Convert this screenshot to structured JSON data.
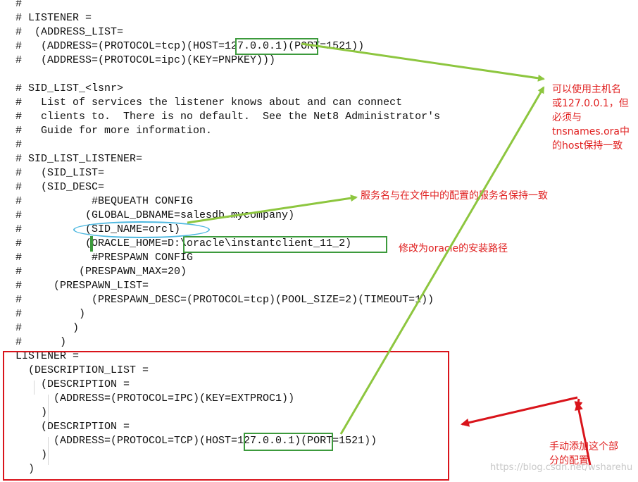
{
  "config_lines": [
    "#",
    "# LISTENER =",
    "#  (ADDRESS_LIST=",
    "#   (ADDRESS=(PROTOCOL=tcp)(HOST=127.0.0.1)(PORT=1521))",
    "#   (ADDRESS=(PROTOCOL=ipc)(KEY=PNPKEY)))",
    "",
    "# SID_LIST_<lsnr>",
    "#   List of services the listener knows about and can connect",
    "#   clients to.  There is no default.  See the Net8 Administrator's",
    "#   Guide for more information.",
    "#",
    "# SID_LIST_LISTENER=",
    "#   (SID_LIST=",
    "#   (SID_DESC=",
    "#           #BEQUEATH CONFIG",
    "#          (GLOBAL_DBNAME=salesdb.mycompany)",
    "#          (SID_NAME=orcl)",
    "#          (ORACLE_HOME=D:\\oracle\\instantclient_11_2)",
    "#           #PRESPAWN CONFIG",
    "#         (PRESPAWN_MAX=20)",
    "#     (PRESPAWN_LIST=",
    "#           (PRESPAWN_DESC=(PROTOCOL=tcp)(POOL_SIZE=2)(TIMEOUT=1))",
    "#         )",
    "#        )",
    "#      )",
    "LISTENER =",
    "  (DESCRIPTION_LIST =",
    "    (DESCRIPTION =",
    "      (ADDRESS=(PROTOCOL=IPC)(KEY=EXTPROC1))",
    "    )",
    "    (DESCRIPTION =",
    "      (ADDRESS=(PROTOCOL=TCP)(HOST=127.0.0.1)(PORT=1521))",
    "    )",
    "  )"
  ],
  "annotations": {
    "host_note": "可以使用主机名\n或127.0.0.1，但\n必须与\ntnsnames.ora中\n的host保持一致",
    "service_note": "服务名与在文件中的配置的服务名保持一致",
    "oracle_path_note": "修改为oracle的安装路径",
    "manual_add_note": "手动添加这个部\n分的配置"
  },
  "watermark": "https://blog.csdn.net/wsharehu",
  "colors": {
    "green": "#8dc63f",
    "red": "#e02020",
    "blue": "#4db8e0",
    "box_green": "#3c9a3c"
  }
}
